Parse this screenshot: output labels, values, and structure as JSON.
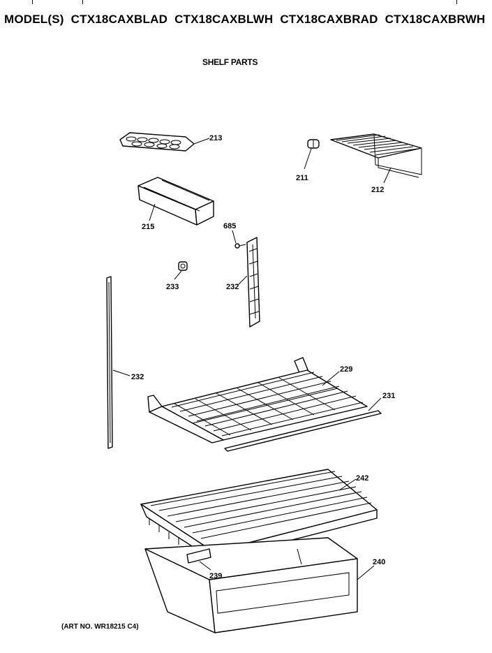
{
  "header": {
    "prefix": "MODEL(S)",
    "models": [
      "CTX18CAXBLAD",
      "CTX18CAXBLWH",
      "CTX18CAXBRAD",
      "CTX18CAXBRWH"
    ]
  },
  "section_title": "SHELF PARTS",
  "callouts": {
    "p213": "213",
    "p211": "211",
    "p212": "212",
    "p215": "215",
    "p685": "685",
    "p233": "233",
    "p232a": "232",
    "p232b": "232",
    "p229": "229",
    "p231": "231",
    "p242": "242",
    "p240": "240",
    "p239": "239"
  },
  "art_number": "(ART NO. WR18215 C4)"
}
